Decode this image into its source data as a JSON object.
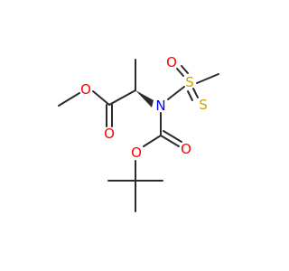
{
  "molecule": {
    "atoms": {
      "ester_o": "O",
      "carbonyl_o_top": "O",
      "nitrogen": "N",
      "sulfonyl_o": "O",
      "sulfur": "S",
      "thio_s": "S",
      "carbamate_o_ring": "O",
      "carbamate_o_dbl": "O"
    },
    "colors": {
      "bond": "#2b2b2b",
      "oxygen": "#ff0000",
      "nitrogen": "#0000ff",
      "sulfur": "#c9a400"
    }
  }
}
